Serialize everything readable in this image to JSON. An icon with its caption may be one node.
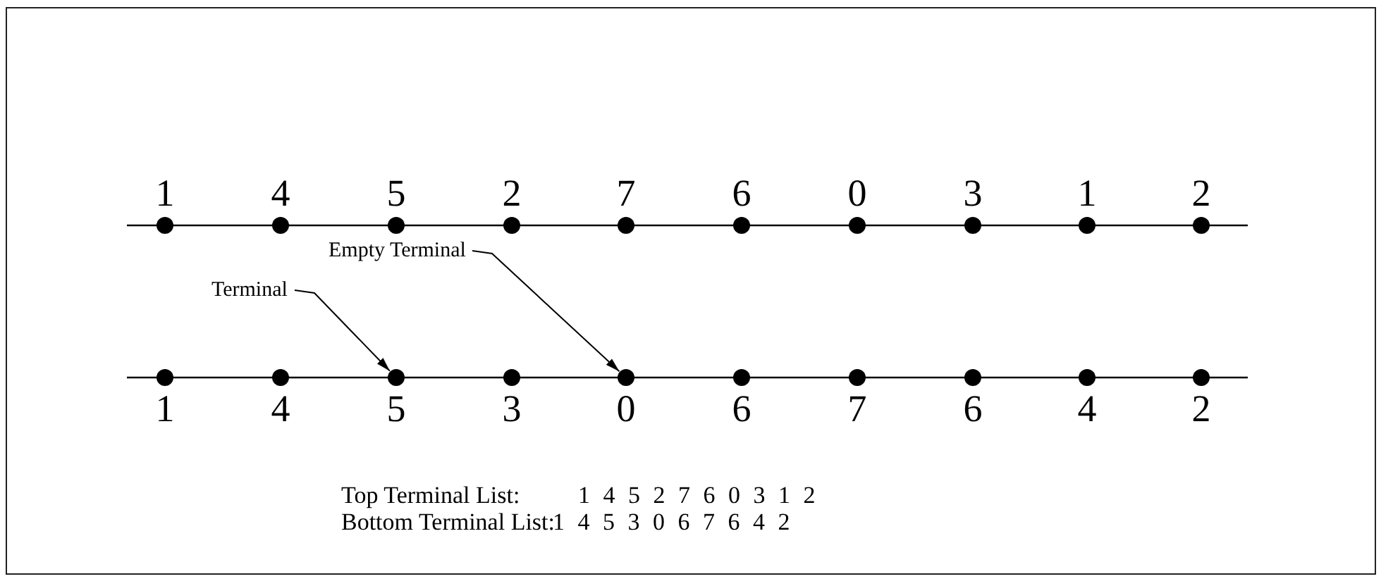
{
  "diagram": {
    "nodes": [
      {
        "text": [],
        "shape": "circle",
        "beside": [
          "1"
        ]
      },
      {
        "text": [],
        "shape": "circle",
        "beside": [
          "4"
        ]
      },
      {
        "text": [],
        "shape": "circle",
        "beside": [
          "5"
        ]
      },
      {
        "text": [],
        "shape": "circle",
        "beside": [
          "2"
        ]
      },
      {
        "text": [],
        "shape": "circle",
        "beside": [
          "7"
        ]
      },
      {
        "text": [],
        "shape": "circle",
        "beside": [
          "6"
        ]
      },
      {
        "text": [],
        "shape": "circle",
        "beside": [
          "0"
        ]
      },
      {
        "text": [],
        "shape": "circle",
        "beside": [
          "3"
        ]
      },
      {
        "text": [],
        "shape": "circle",
        "beside": [
          "1"
        ]
      },
      {
        "text": [],
        "shape": "circle",
        "beside": [
          "2"
        ]
      },
      {
        "text": [
          "Empty Terminal"
        ]
      },
      {
        "text": [
          "Terminal"
        ]
      },
      {
        "text": [],
        "shape": "circle",
        "beside": [
          "1"
        ]
      },
      {
        "text": [],
        "shape": "circle",
        "beside": [
          "4"
        ]
      },
      {
        "text": [],
        "shape": "circle",
        "beside": [
          "5"
        ]
      },
      {
        "text": [],
        "shape": "circle",
        "beside": [
          "3"
        ]
      },
      {
        "text": [],
        "shape": "circle",
        "beside": [
          "0"
        ]
      },
      {
        "text": [],
        "shape": "circle",
        "beside": [
          "6"
        ]
      },
      {
        "text": [],
        "shape": "circle",
        "beside": [
          "7"
        ]
      },
      {
        "text": [],
        "shape": "circle",
        "beside": [
          "6"
        ]
      },
      {
        "text": [],
        "shape": "circle",
        "beside": [
          "4"
        ]
      },
      {
        "text": [],
        "shape": "circle",
        "beside": [
          "2"
        ]
      }
    ],
    "edges": [
      {
        "from": 10,
        "to": 16,
        "arrow": "to"
      },
      {
        "from": 11,
        "to": 14,
        "arrow": "to"
      }
    ],
    "labels": [
      "Top Terminal List:",
      "1 4 5 2 7 6 0 3 1 2",
      "Bottom Terminal List:",
      "1 4 5 3 0 6 7 6 4 2"
    ]
  }
}
